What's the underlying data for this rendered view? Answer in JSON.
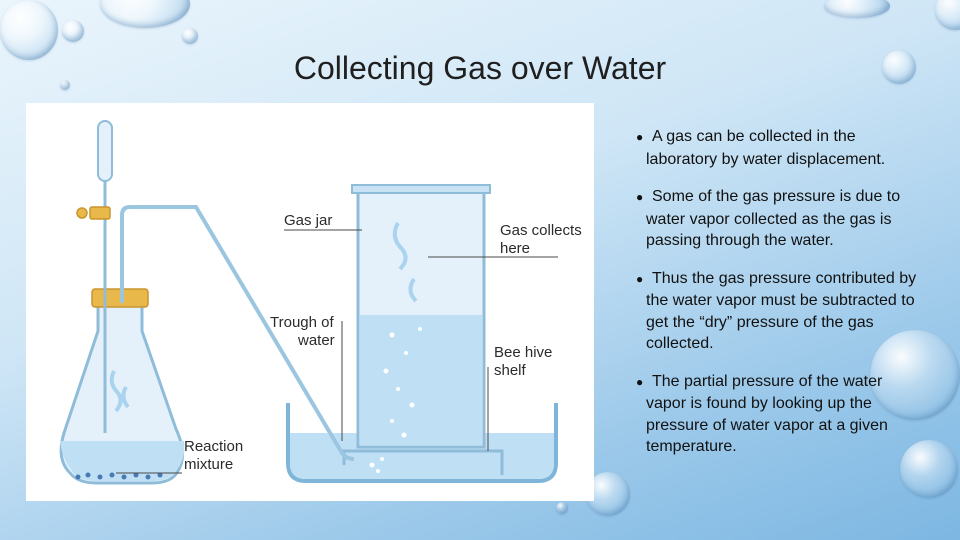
{
  "slide": {
    "title": "Collecting Gas over Water",
    "bullets": [
      "A gas can be collected in the laboratory by water displacement.",
      "Some of the gas pressure is due to water vapor collected as the gas is passing through the water.",
      "Thus the gas pressure contributed by the water vapor must be subtracted to get the “dry” pressure of the gas collected.",
      "The partial pressure of the water vapor is found by looking up the pressure of water vapor at a given temperature."
    ],
    "bullet_glyph": "●"
  },
  "diagram": {
    "labels": {
      "gas_jar": "Gas jar",
      "gas_collects_1": "Gas collects",
      "gas_collects_2": "here",
      "trough_1": "Trough of",
      "trough_2": "water",
      "beehive_1": "Bee hive",
      "beehive_2": "shelf",
      "reaction_1": "Reaction",
      "reaction_2": "mixture"
    }
  },
  "colors": {
    "water": "#bfe0f4",
    "glass": "#dcedf8",
    "stopper": "#e8b84a"
  }
}
